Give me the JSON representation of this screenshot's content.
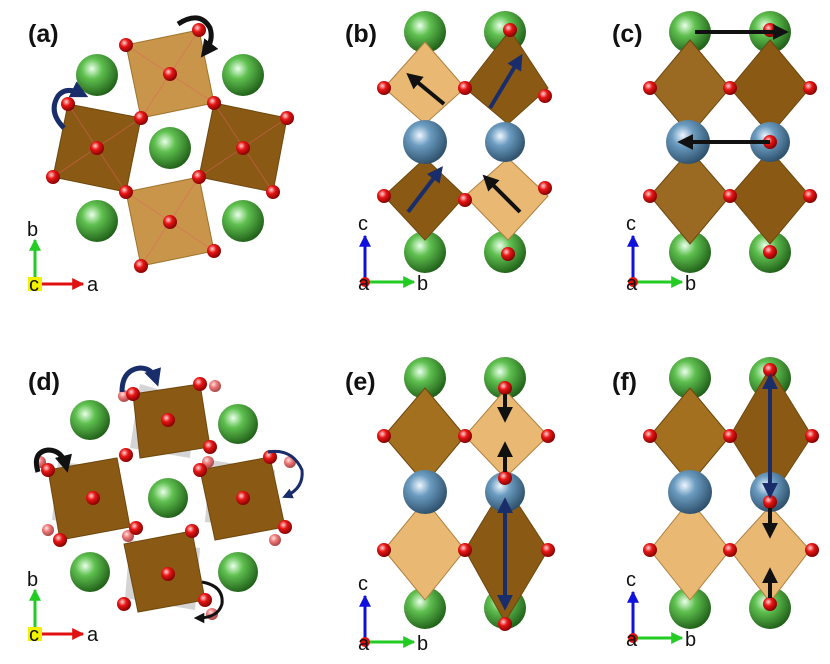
{
  "figure": {
    "panels": [
      {
        "id": "a",
        "label": "(a)",
        "axes": {
          "horizontal": "a",
          "vertical": "b",
          "out_of_plane": "c"
        }
      },
      {
        "id": "b",
        "label": "(b)",
        "axes": {
          "horizontal": "b",
          "vertical": "c",
          "out_of_plane": "a"
        }
      },
      {
        "id": "c",
        "label": "(c)",
        "axes": {
          "horizontal": "b",
          "vertical": "c",
          "out_of_plane": "a"
        }
      },
      {
        "id": "d",
        "label": "(d)",
        "axes": {
          "horizontal": "a",
          "vertical": "b",
          "out_of_plane": "c"
        }
      },
      {
        "id": "e",
        "label": "(e)",
        "axes": {
          "horizontal": "b",
          "vertical": "c",
          "out_of_plane": "a"
        }
      },
      {
        "id": "f",
        "label": "(f)",
        "axes": {
          "horizontal": "b",
          "vertical": "c",
          "out_of_plane": "a"
        }
      }
    ],
    "colors": {
      "green_atom": "#3a9a2e",
      "blue_atom": "#4e7fa3",
      "oxygen_atom": "#e01010",
      "octahedron_dark": "#8a5a14",
      "octahedron_light": "#e9b872",
      "arrow_black": "#111111",
      "arrow_navy": "#1a2d6b",
      "axis_a": "#e01010",
      "axis_b": "#22cc22",
      "axis_c": "#1111dd",
      "axis_out_marker": "#f2f200"
    }
  }
}
